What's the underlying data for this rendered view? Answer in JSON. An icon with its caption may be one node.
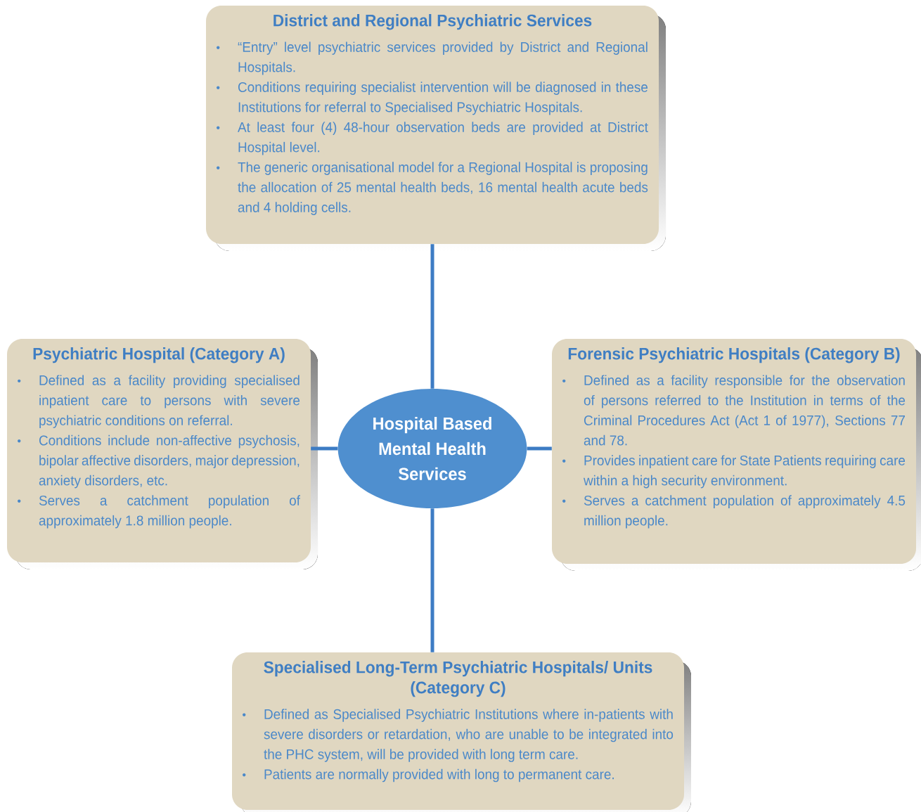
{
  "diagram": {
    "nodes": [
      {
        "text": [
          "District and Regional Psychiatric Services",
          "“Entry” level psychiatric services provided by District and Regional Hospitals.",
          "Conditions requiring specialist intervention will be diagnosed in these Institutions for referral to Specialised Psychiatric Hospitals.",
          "At least four (4) 48-hour observation beds are provided at District Hospital level.",
          "The generic organisational model for a Regional Hospital is proposing the allocation of 25 mental health beds, 16 mental health acute beds and 4 holding cells."
        ]
      },
      {
        "text": [
          "Psychiatric Hospital (Category A)",
          "Defined as a facility providing specialised inpatient care to persons with severe psychiatric conditions on referral.",
          "Conditions include non-affective psychosis, bipolar affective disorders, major depression, anxiety disorders, etc.",
          "Serves a catchment population of approximately 1.8 million people."
        ]
      },
      {
        "text": [
          "Hospital Based Mental Health Services"
        ]
      },
      {
        "text": [
          "Forensic Psychiatric Hospitals (Category B)",
          "Defined as a facility responsible for the observation of persons referred to the Institution in terms of the Criminal Procedures Act (Act 1 of 1977), Sections 77 and 78.",
          "Provides inpatient care for State Patients requiring care within a high security environment.",
          "Serves a catchment population of approximately 4.5 million people."
        ]
      },
      {
        "text": [
          "Specialised Long-Term Psychiatric Hospitals/ Units (Category C)",
          "Defined as Specialised Psychiatric Institutions where in-patients with severe disorders or retardation, who are unable to be integrated into the PHC system, will be provided with long term care.",
          "Patients are normally provided with long to permanent care."
        ]
      }
    ],
    "edges": [
      {
        "from": 2,
        "to": 0,
        "arrow": "none"
      },
      {
        "from": 2,
        "to": 1,
        "arrow": "none"
      },
      {
        "from": 2,
        "to": 3,
        "arrow": "none"
      },
      {
        "from": 2,
        "to": 4,
        "arrow": "none"
      }
    ]
  }
}
